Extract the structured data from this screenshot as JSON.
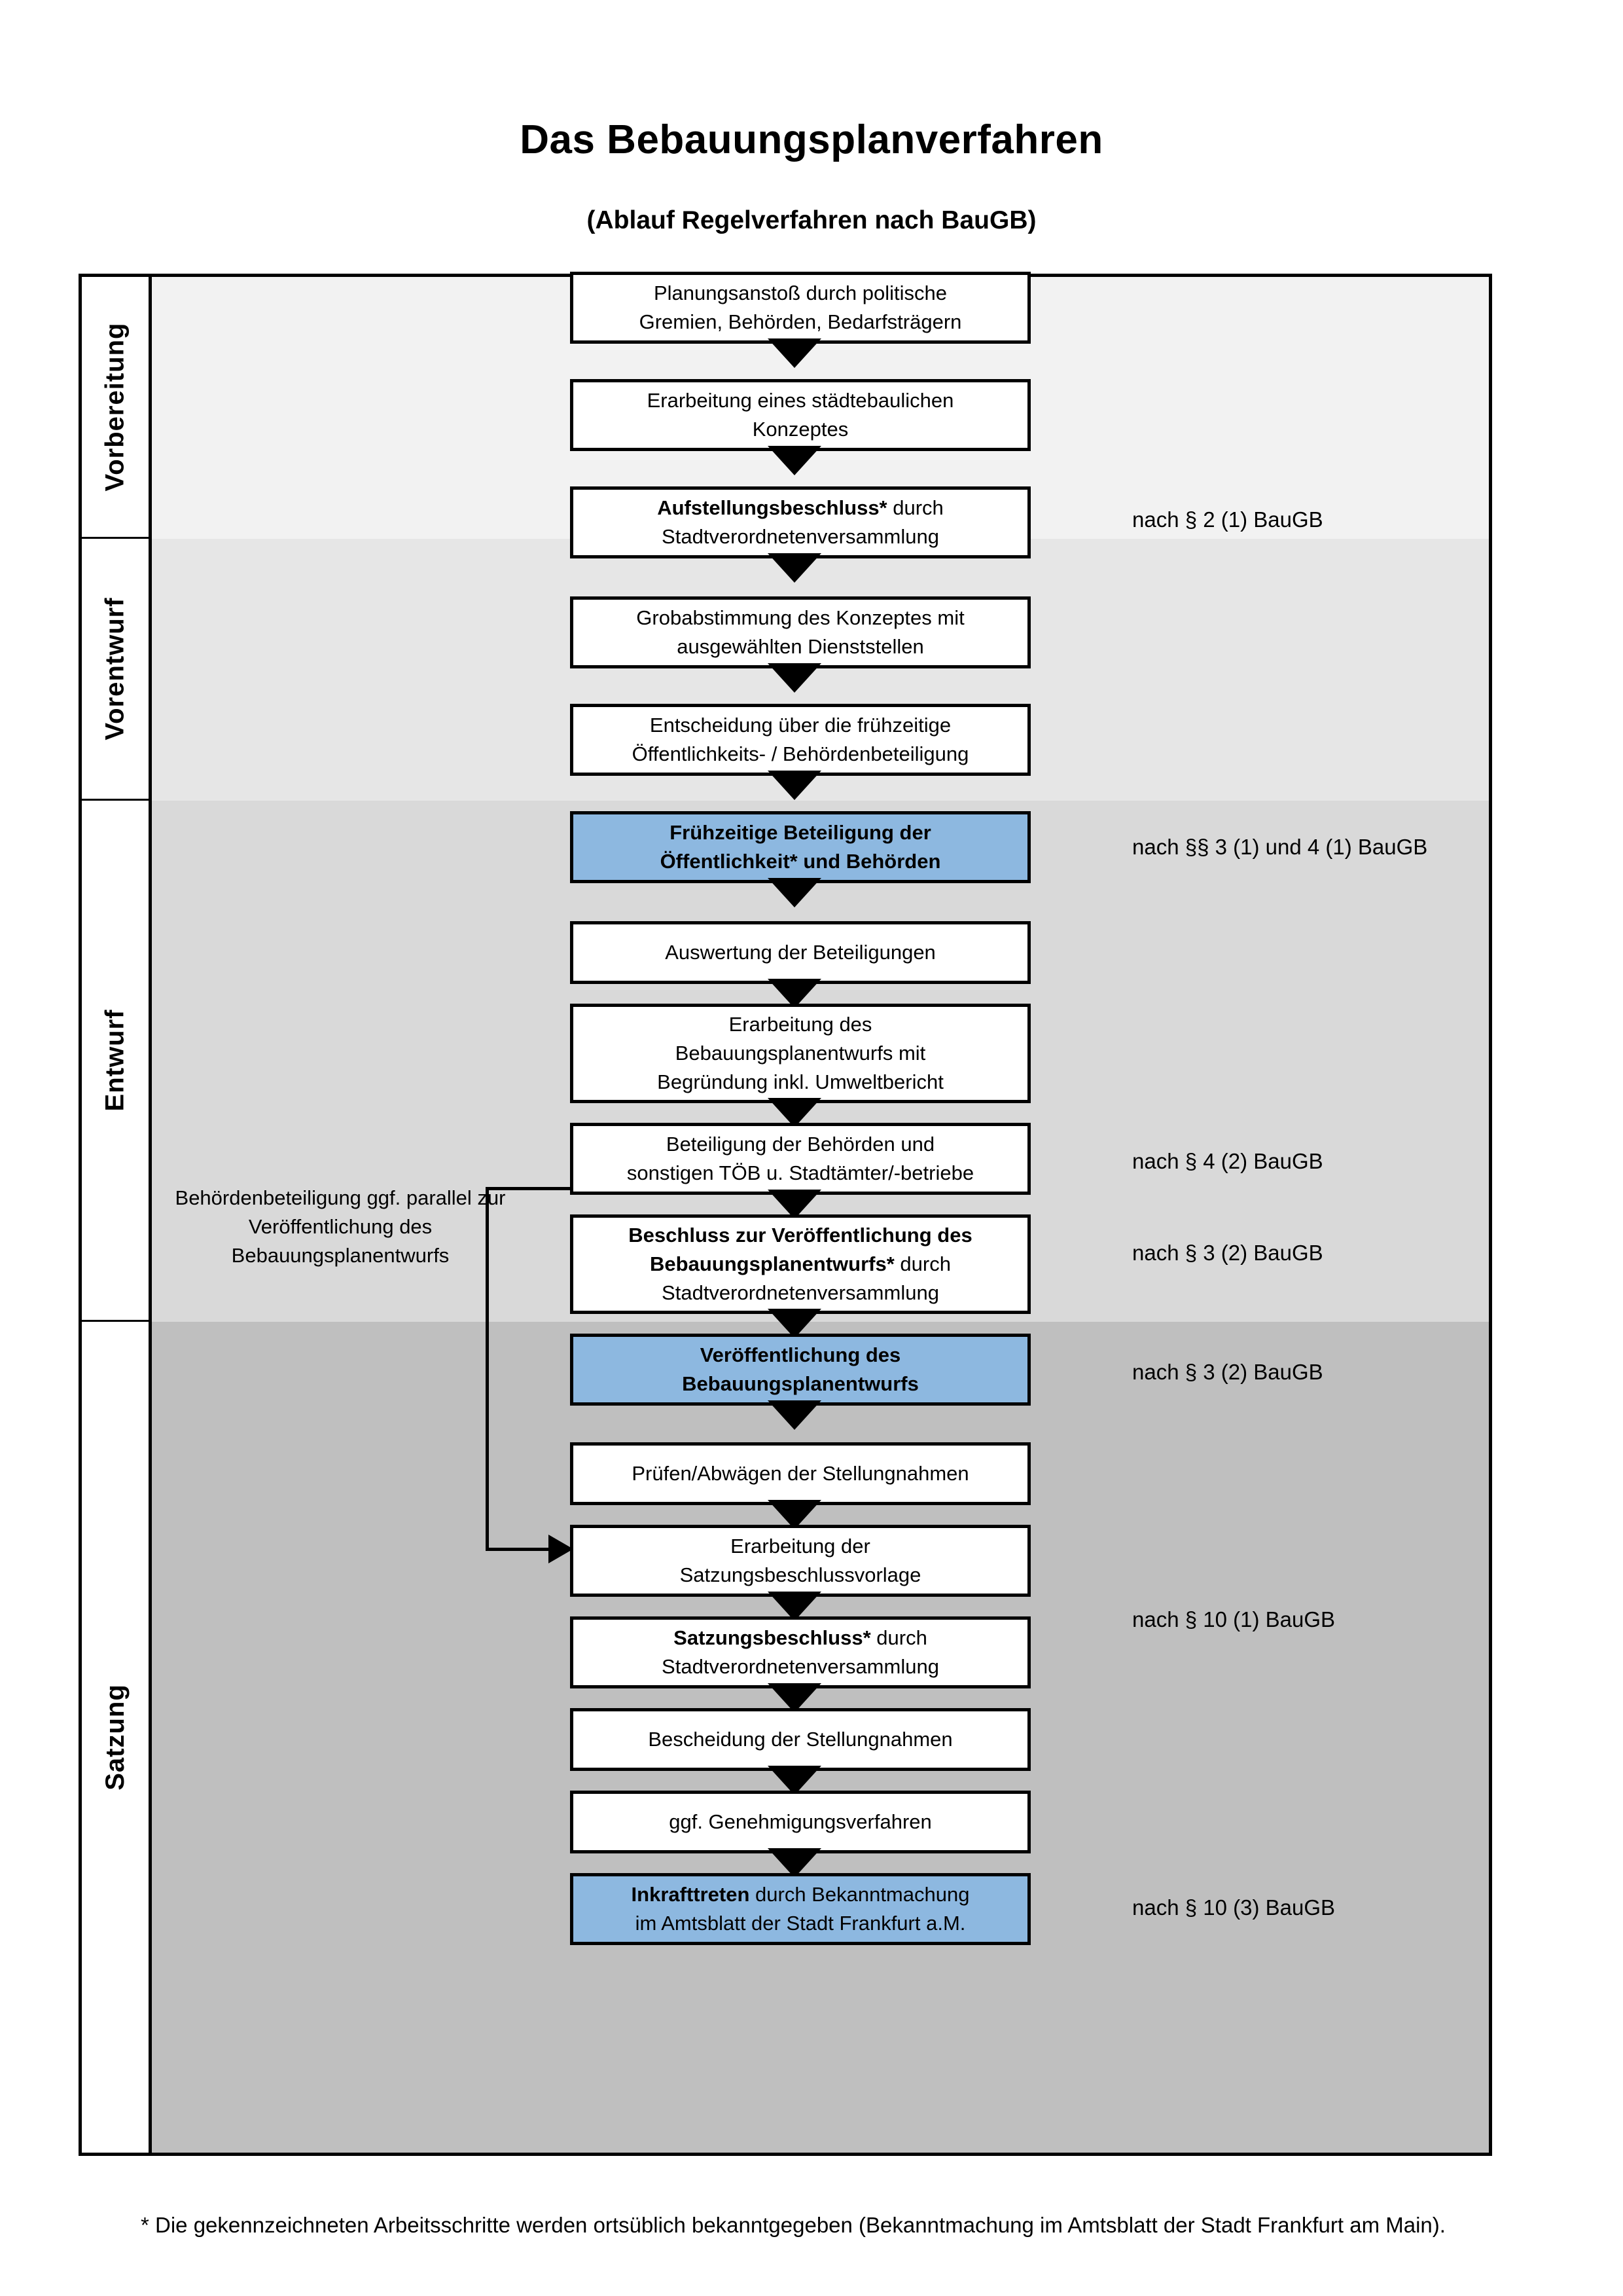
{
  "title": "Das Bebauungsplanverfahren",
  "subtitle": "(Ablauf Regelverfahren nach BauGB)",
  "phases": [
    {
      "label": "Vorbereitung"
    },
    {
      "label": "Vorentwurf"
    },
    {
      "label": "Entwurf"
    },
    {
      "label": "Satzung"
    }
  ],
  "side_note": "Behördenbeteiligung ggf. parallel zur Veröffentlichung des Bebauungsplanentwurfs",
  "steps": [
    {
      "id": "planungsanstoss",
      "phase": "Vorbereitung",
      "highlighted": false,
      "lines": [
        {
          "text": "Planungsanstoß durch politische",
          "bold": false
        },
        {
          "text": "Gremien, Behörden, Bedarfsträgern",
          "bold": false
        }
      ]
    },
    {
      "id": "staedtebauliches-konzept",
      "phase": "Vorbereitung",
      "highlighted": false,
      "lines": [
        {
          "text": "Erarbeitung eines städtebaulichen",
          "bold": false
        },
        {
          "text": "Konzeptes",
          "bold": false
        }
      ]
    },
    {
      "id": "aufstellungsbeschluss",
      "phase": "Vorbereitung",
      "highlighted": false,
      "lines": [
        {
          "text": "Aufstellungsbeschluss*",
          "bold": true,
          "suffix": " durch"
        },
        {
          "text": "Stadtverordnetenversammlung",
          "bold": false
        }
      ]
    },
    {
      "id": "grobabstimmung",
      "phase": "Vorentwurf",
      "highlighted": false,
      "lines": [
        {
          "text": "Grobabstimmung des Konzeptes mit",
          "bold": false
        },
        {
          "text": "ausgewählten Dienststellen",
          "bold": false
        }
      ]
    },
    {
      "id": "entscheidung-fruehzeitige-beteiligung",
      "phase": "Vorentwurf",
      "highlighted": false,
      "lines": [
        {
          "text": "Entscheidung über die frühzeitige",
          "bold": false
        },
        {
          "text": "Öffentlichkeits- / Behördenbeteiligung",
          "bold": false
        }
      ]
    },
    {
      "id": "fruehzeitige-beteiligung",
      "phase": "Vorentwurf",
      "highlighted": true,
      "lines": [
        {
          "text": "Frühzeitige Beteiligung der",
          "bold": true
        },
        {
          "text": "Öffentlichkeit* und Behörden",
          "bold": true
        }
      ]
    },
    {
      "id": "auswertung-beteiligungen",
      "phase": "Entwurf",
      "highlighted": false,
      "lines": [
        {
          "text": "Auswertung der Beteiligungen",
          "bold": false
        }
      ]
    },
    {
      "id": "erarbeitung-bebauungsplanentwurf",
      "phase": "Entwurf",
      "highlighted": false,
      "lines": [
        {
          "text": "Erarbeitung des",
          "bold": false
        },
        {
          "text": "Bebauungsplanentwurfs mit",
          "bold": false
        },
        {
          "text": "Begründung inkl. Umweltbericht",
          "bold": false
        }
      ]
    },
    {
      "id": "beteiligung-behoerden",
      "phase": "Entwurf",
      "highlighted": false,
      "lines": [
        {
          "text": "Beteiligung der Behörden und",
          "bold": false
        },
        {
          "text": "sonstigen TÖB u. Stadtämter/-betriebe",
          "bold": false
        }
      ]
    },
    {
      "id": "beschluss-veroeffentlichung",
      "phase": "Entwurf",
      "highlighted": false,
      "lines": [
        {
          "text": "Beschluss zur Veröffentlichung des",
          "bold": true
        },
        {
          "text": "Bebauungsplanentwurfs*",
          "bold": true,
          "suffix": " durch"
        },
        {
          "text": "Stadtverordnetenversammlung",
          "bold": false
        }
      ]
    },
    {
      "id": "veroeffentlichung-entwurf",
      "phase": "Entwurf",
      "highlighted": true,
      "lines": [
        {
          "text": "Veröffentlichung des",
          "bold": true
        },
        {
          "text": "Bebauungsplanentwurfs",
          "bold": true
        }
      ]
    },
    {
      "id": "pruefen-abwaegen",
      "phase": "Satzung",
      "highlighted": false,
      "lines": [
        {
          "text": "Prüfen/Abwägen der Stellungnahmen",
          "bold": false
        }
      ]
    },
    {
      "id": "erarbeitung-satzungsbeschlussvorlage",
      "phase": "Satzung",
      "highlighted": false,
      "lines": [
        {
          "text": "Erarbeitung der",
          "bold": false
        },
        {
          "text": "Satzungsbeschlussvorlage",
          "bold": false
        }
      ]
    },
    {
      "id": "satzungsbeschluss",
      "phase": "Satzung",
      "highlighted": false,
      "lines": [
        {
          "text": "Satzungsbeschluss*",
          "bold": true,
          "suffix": " durch"
        },
        {
          "text": "Stadtverordnetenversammlung",
          "bold": false
        }
      ]
    },
    {
      "id": "bescheidung-stellungnahmen",
      "phase": "Satzung",
      "highlighted": false,
      "lines": [
        {
          "text": "Bescheidung der Stellungnahmen",
          "bold": false
        }
      ]
    },
    {
      "id": "genehmigungsverfahren",
      "phase": "Satzung",
      "highlighted": false,
      "lines": [
        {
          "text": "ggf. Genehmigungsverfahren",
          "bold": false
        }
      ]
    },
    {
      "id": "inkrafttreten",
      "phase": "Satzung",
      "highlighted": true,
      "lines": [
        {
          "text": "Inkrafttreten",
          "bold": true,
          "suffix": " durch Bekanntmachung"
        },
        {
          "text": "im Amtsblatt der Stadt Frankfurt a.M.",
          "bold": false
        }
      ]
    }
  ],
  "legal_references": [
    {
      "id": "ref-par2-1",
      "text": "nach § 2 (1) BauGB"
    },
    {
      "id": "ref-par3-1-4-1",
      "text": "nach §§ 3 (1) und 4 (1) BauGB"
    },
    {
      "id": "ref-par4-2",
      "text": "nach § 4 (2) BauGB"
    },
    {
      "id": "ref-par3-2-a",
      "text": "nach § 3 (2) BauGB"
    },
    {
      "id": "ref-par3-2-b",
      "text": "nach § 3 (2) BauGB"
    },
    {
      "id": "ref-par10-1",
      "text": "nach § 10 (1) BauGB"
    },
    {
      "id": "ref-par10-3",
      "text": "nach § 10 (3) BauGB"
    }
  ],
  "footnote": "* Die gekennzeichneten Arbeitsschritte werden ortsüblich bekanntgegeben (Bekanntmachung im Amtsblatt  der Stadt Frankfurt am Main).",
  "colors": {
    "highlight_fill": "#8DB8E0",
    "band_vorbereitung": "#F2F2F2",
    "band_vorentwurf": "#E6E6E6",
    "band_entwurf": "#D9D9D9",
    "band_satzung": "#BFBFBF",
    "box_fill": "#FFFFFF",
    "line": "#000000"
  }
}
